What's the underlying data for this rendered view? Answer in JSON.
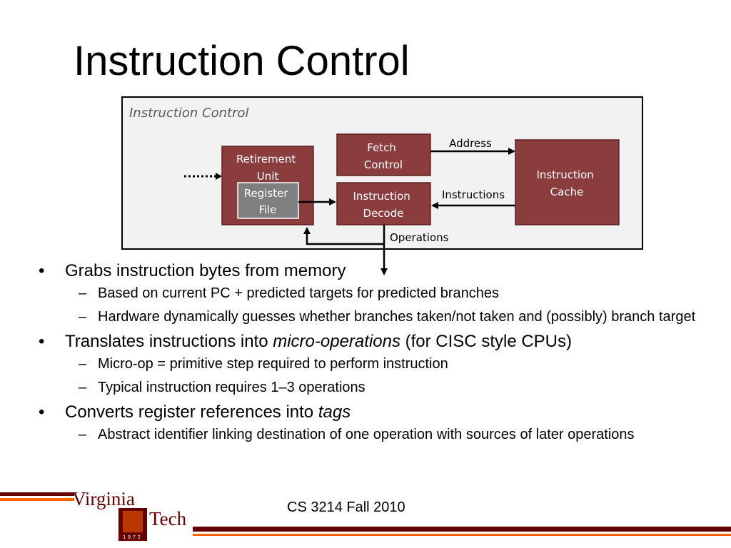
{
  "title": "Instruction Control",
  "diagram": {
    "panel_label": "Instruction Control",
    "retirement_unit": [
      "Retirement",
      "Unit"
    ],
    "register_file": [
      "Register",
      "File"
    ],
    "fetch_control": [
      "Fetch",
      "Control"
    ],
    "instruction_decode": [
      "Instruction",
      "Decode"
    ],
    "instruction_cache": [
      "Instruction",
      "Cache"
    ],
    "label_address": "Address",
    "label_instructions": "Instructions",
    "label_operations": "Operations"
  },
  "bullets": [
    {
      "mark": "•",
      "text_parts": [
        {
          "t": "Grabs instruction bytes from memory",
          "i": false
        }
      ],
      "subs": [
        {
          "mark": "–",
          "text": "Based on current PC + predicted targets for predicted branches"
        },
        {
          "mark": "–",
          "text": "Hardware dynamically guesses whether branches taken/not taken and (possibly) branch target"
        }
      ]
    },
    {
      "mark": "•",
      "text_parts": [
        {
          "t": "Translates instructions into ",
          "i": false
        },
        {
          "t": "micro-operations",
          "i": true
        },
        {
          "t": " (for CISC style CPUs)",
          "i": false
        }
      ],
      "subs": [
        {
          "mark": "–",
          "text": "Micro-op = primitive step required to perform instruction"
        },
        {
          "mark": "–",
          "text": "Typical instruction requires 1–3 operations"
        }
      ]
    },
    {
      "mark": "•",
      "text_parts": [
        {
          "t": "Converts register references into ",
          "i": false
        },
        {
          "t": "tags",
          "i": true
        }
      ],
      "subs": [
        {
          "mark": "–",
          "text": "Abstract identifier linking destination of one operation with sources of later operations"
        }
      ]
    }
  ],
  "footer": {
    "logo_text_top": "Virginia",
    "logo_text_bottom": "Tech",
    "logo_year": "1872",
    "course": "CS 3214 Fall 2010"
  },
  "colors": {
    "box": "#8b3c3c",
    "box_border": "#5a2222",
    "register_file": "#7f7f7f",
    "panel_bg": "#f2f2f2",
    "maroon": "#660000",
    "orange": "#ff6600"
  }
}
